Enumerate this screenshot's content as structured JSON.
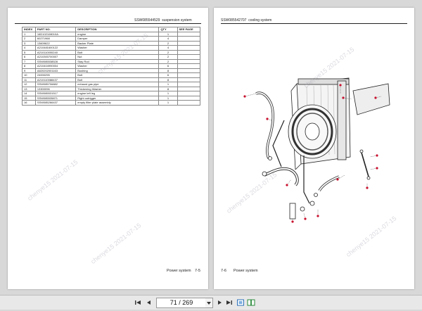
{
  "left_page": {
    "code": "SSW085544529",
    "title": "suspension system",
    "footer_section": "Power system",
    "footer_page": "7-5",
    "table": {
      "headers": [
        "INDEX",
        "PART NO.",
        "DESCRIPTION",
        "QTY",
        "SEE PAGE"
      ],
      "rows": [
        [
          "1",
          "16D102108010A",
          "engine",
          "1",
          ""
        ],
        [
          "2",
          "60271968",
          "Damper",
          "4",
          ""
        ],
        [
          "3",
          "13609622",
          "Backer Plate",
          "2",
          ""
        ],
        [
          "4",
          "A210481600122",
          "Washer",
          "4",
          ""
        ],
        [
          "5",
          "A210110000240",
          "Bolt",
          "2",
          ""
        ],
        [
          "6",
          "A210300700007",
          "Nut",
          "2",
          ""
        ],
        [
          "7",
          "SSW085538528",
          "Stay Rod",
          "2",
          ""
        ],
        [
          "8",
          "A210404990004",
          "Washer",
          "6",
          ""
        ],
        [
          "9",
          "A820202001163",
          "Bushing",
          "8",
          ""
        ],
        [
          "10",
          "24000295",
          "Bolt",
          "6",
          ""
        ],
        [
          "11",
          "A210110088437",
          "Bolt",
          "8",
          ""
        ],
        [
          "12",
          "SSW085706882",
          "exhaust gas pipe",
          "1",
          ""
        ],
        [
          "13",
          "13300096",
          "Thickening Washer",
          "8",
          ""
        ],
        [
          "14",
          "SSW085531517",
          "engine left leg",
          "1",
          ""
        ],
        [
          "15",
          "SSW085535871",
          "Right outrigger",
          "1",
          ""
        ],
        [
          "16",
          "SSW085266437",
          "empty filter plate assembly",
          "1",
          ""
        ]
      ]
    }
  },
  "right_page": {
    "code": "SSW085542707",
    "title": "cooling system",
    "footer_page": "7-6",
    "footer_section": "Power system"
  },
  "watermark_text": "chenye15 2021-07-15",
  "toolbar": {
    "page_current": "71",
    "page_total": "269",
    "page_display": "71 / 269"
  },
  "colors": {
    "background": "#d8d8d8",
    "page": "#ffffff",
    "callout": "#c8102e",
    "toolbar": "#e8e8e8"
  }
}
